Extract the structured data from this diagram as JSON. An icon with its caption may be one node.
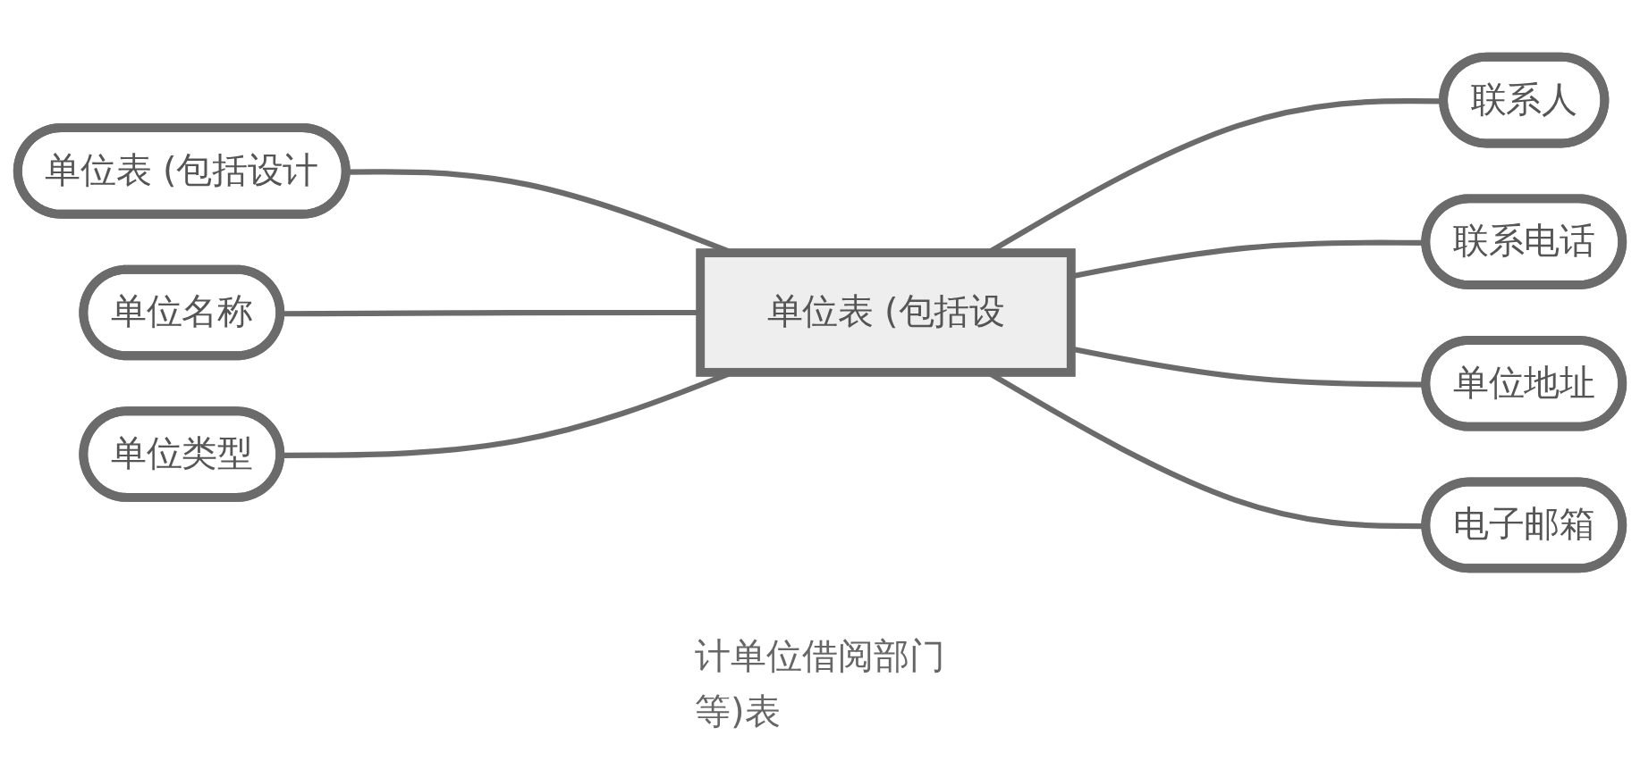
{
  "diagram": {
    "nodes": [
      {
        "text": [
          "单位表 (包括设计"
        ]
      },
      {
        "text": [
          "单位名称"
        ]
      },
      {
        "text": [
          "单位类型"
        ]
      },
      {
        "text": [
          "单位表 (包括设"
        ],
        "beside": [
          "计单位借阅部门",
          "等)表"
        ]
      },
      {
        "text": [
          "联系人"
        ]
      },
      {
        "text": [
          "联系电话"
        ]
      },
      {
        "text": [
          "单位地址"
        ]
      },
      {
        "text": [
          "电子邮箱"
        ]
      }
    ],
    "edges": [
      {
        "from": 0,
        "to": 3,
        "arrow": "none"
      },
      {
        "from": 1,
        "to": 3,
        "arrow": "none"
      },
      {
        "from": 2,
        "to": 3,
        "arrow": "none"
      },
      {
        "from": 3,
        "to": 4,
        "arrow": "none"
      },
      {
        "from": 3,
        "to": 5,
        "arrow": "none"
      },
      {
        "from": 3,
        "to": 6,
        "arrow": "none"
      },
      {
        "from": 3,
        "to": 7,
        "arrow": "none"
      }
    ]
  }
}
